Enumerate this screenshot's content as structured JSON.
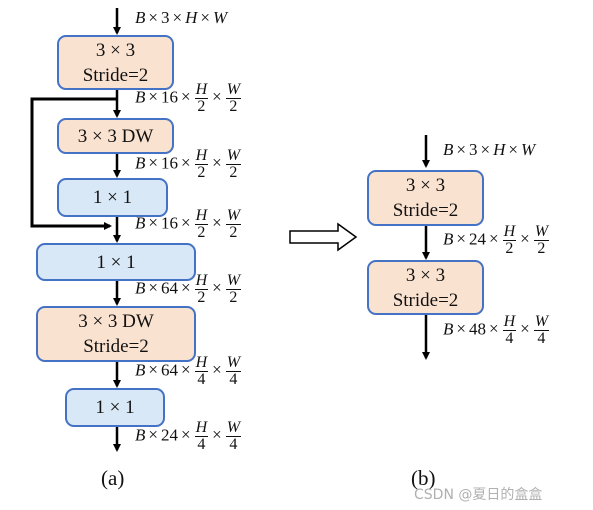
{
  "panel_a": {
    "caption": "(a)",
    "blocks": [
      {
        "line1": "3 × 3",
        "line2": "Stride=2",
        "kind": "conv"
      },
      {
        "line1": "3 × 3 DW",
        "line2": "",
        "kind": "conv"
      },
      {
        "line1": "1 × 1",
        "line2": "",
        "kind": "pw"
      },
      {
        "line1": "1 × 1",
        "line2": "",
        "kind": "pw"
      },
      {
        "line1": "3 × 3 DW",
        "line2": "Stride=2",
        "kind": "conv"
      },
      {
        "line1": "1 × 1",
        "line2": "",
        "kind": "pw"
      }
    ],
    "shapes": {
      "input": {
        "b": "B",
        "c": "3",
        "h": "H",
        "w": "W"
      },
      "s1": {
        "b": "B",
        "c": "16",
        "h_num": "H",
        "h_den": "2",
        "w_num": "W",
        "w_den": "2"
      },
      "s2": {
        "b": "B",
        "c": "16",
        "h_num": "H",
        "h_den": "2",
        "w_num": "W",
        "w_den": "2"
      },
      "s3": {
        "b": "B",
        "c": "16",
        "h_num": "H",
        "h_den": "2",
        "w_num": "W",
        "w_den": "2"
      },
      "s4": {
        "b": "B",
        "c": "64",
        "h_num": "H",
        "h_den": "2",
        "w_num": "W",
        "w_den": "2"
      },
      "s5": {
        "b": "B",
        "c": "64",
        "h_num": "H",
        "h_den": "4",
        "w_num": "W",
        "w_den": "4"
      },
      "s6": {
        "b": "B",
        "c": "24",
        "h_num": "H",
        "h_den": "4",
        "w_num": "W",
        "w_den": "4"
      }
    }
  },
  "panel_b": {
    "caption": "(b)",
    "blocks": [
      {
        "line1": "3 × 3",
        "line2": "Stride=2",
        "kind": "conv"
      },
      {
        "line1": "3 × 3",
        "line2": "Stride=2",
        "kind": "conv"
      }
    ],
    "shapes": {
      "input": {
        "b": "B",
        "c": "3",
        "h": "H",
        "w": "W"
      },
      "s1": {
        "b": "B",
        "c": "24",
        "h_num": "H",
        "h_den": "2",
        "w_num": "W",
        "w_den": "2"
      },
      "s2": {
        "b": "B",
        "c": "48",
        "h_num": "H",
        "h_den": "4",
        "w_num": "W",
        "w_den": "4"
      }
    }
  },
  "watermark": "CSDN @夏日的盒盒",
  "colors": {
    "conv_fill": "#fae2d0",
    "pw_fill": "#d9e8f6",
    "border": "#4472c4",
    "line": "#000000"
  }
}
